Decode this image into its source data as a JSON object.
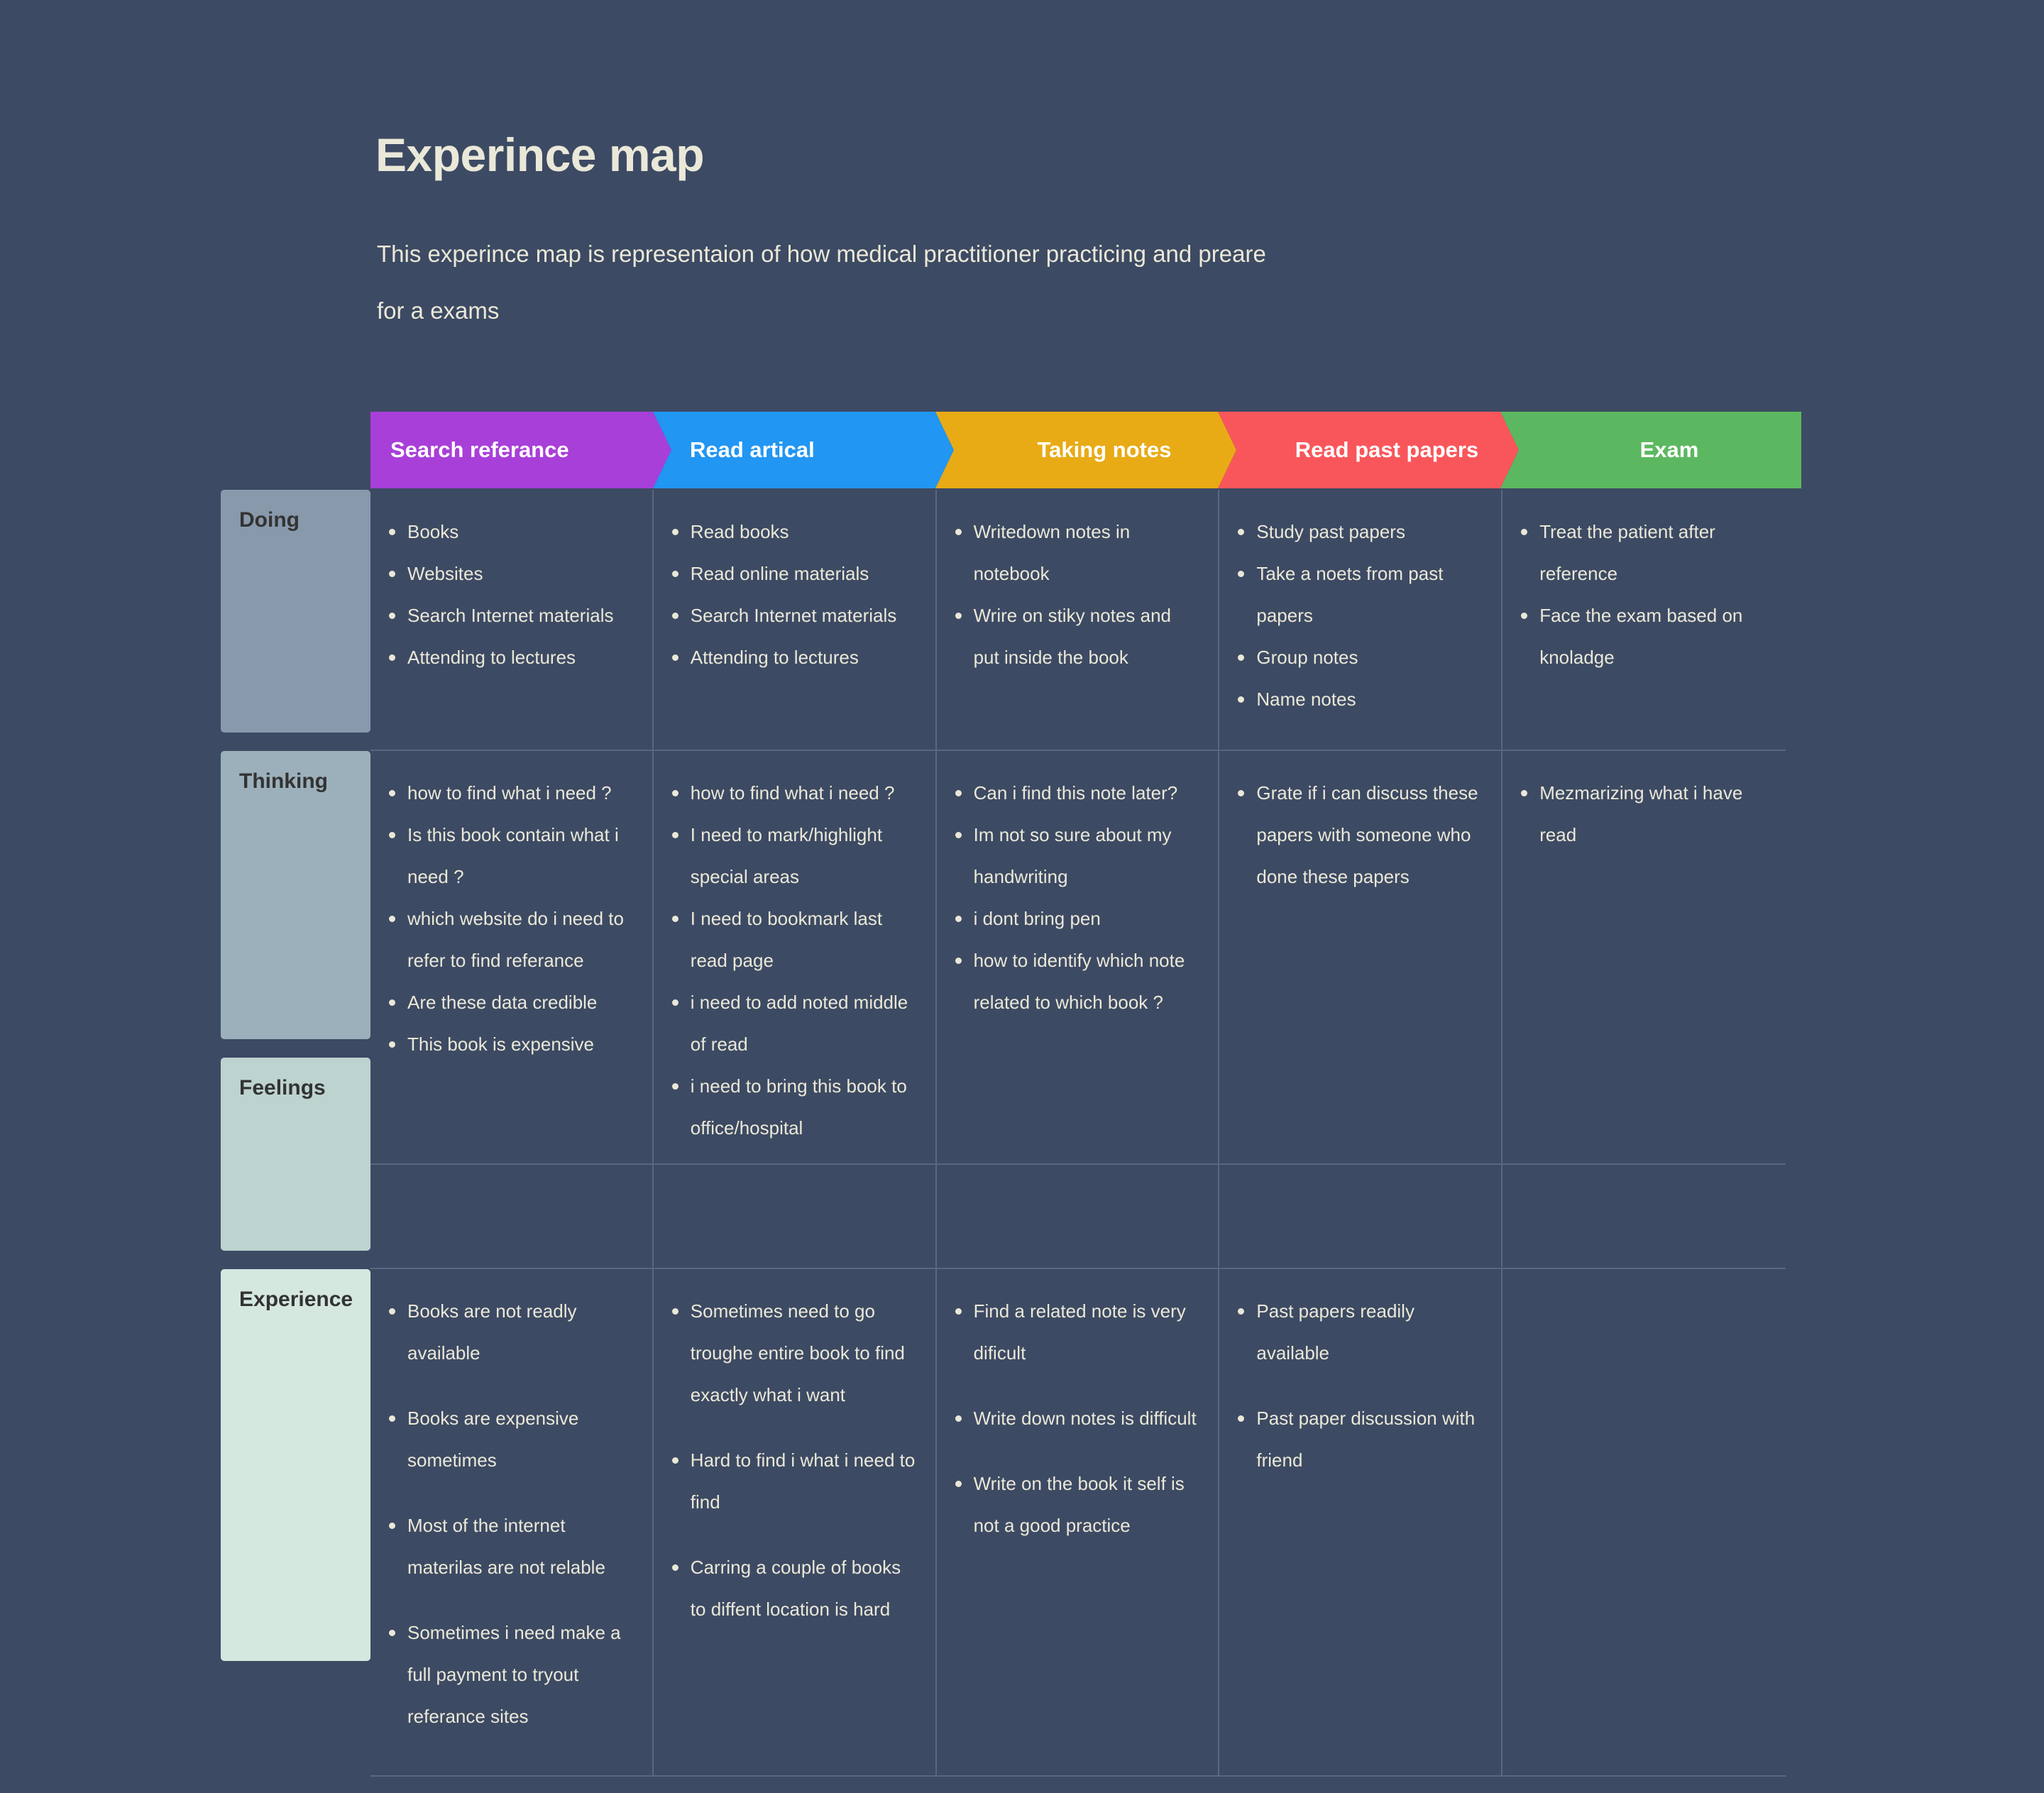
{
  "header": {
    "title": "Experince map",
    "subtitle": "This experince map is representaion of how medical practitioner practicing and preare for a exams"
  },
  "colors": {
    "background": "#3d4a63",
    "text": "#eae8d8",
    "gridline": "#5a6780",
    "stage_search_referance": "#a83fd9",
    "stage_read_artical": "#2196f3",
    "stage_taking_notes": "#e8ab16",
    "stage_read_past_papers": "#f9565b",
    "stage_exam": "#5cb860",
    "row_doing": "#8799ab",
    "row_thinking": "#9bb0ba",
    "row_feelings": "#bdd3d0",
    "row_experience": "#d5e8e0"
  },
  "stages": [
    {
      "label": "Search referance"
    },
    {
      "label": "Read artical"
    },
    {
      "label": "Taking notes"
    },
    {
      "label": "Read past papers"
    },
    {
      "label": "Exam"
    }
  ],
  "rows": [
    {
      "label": "Doing",
      "cells": [
        [
          "Books",
          "Websites",
          "Search Internet materials",
          "Attending to lectures"
        ],
        [
          "Read books",
          "Read online materials",
          "Search Internet materials",
          "Attending to lectures"
        ],
        [
          "Writedown notes in notebook",
          "Wrire on stiky notes and put inside the book"
        ],
        [
          "Study past papers",
          "Take a noets from past papers",
          "Group notes",
          "Name notes"
        ],
        [
          "Treat the patient after reference",
          "Face the exam based on knoladge"
        ]
      ]
    },
    {
      "label": "Thinking",
      "cells": [
        [
          "how to  find what i need ?",
          "Is this book contain what i need ?",
          "which website do i need to refer to find referance",
          "Are these data credible",
          "This book is expensive"
        ],
        [
          "how to  find what i need ?",
          "I need to mark/highlight special areas",
          "I need to bookmark last read page",
          "i need to add noted middle of  read",
          "i need to bring this  book to office/hospital"
        ],
        [
          "Can i find this note later?",
          "Im not so sure about my handwriting",
          "i dont bring pen",
          "how to identify which note related to which book ?"
        ],
        [
          "Grate if i can discuss these papers with someone who  done these papers"
        ],
        [
          "Mezmarizing what i have read"
        ]
      ]
    },
    {
      "label": "Feelings",
      "cells": [
        [],
        [],
        [],
        [],
        []
      ]
    },
    {
      "label": "Experience",
      "cells": [
        [
          "Books are not readly available",
          "Books are expensive sometimes",
          "Most of the internet materilas are not relable",
          "Sometimes i need make a full payment to tryout referance sites"
        ],
        [
          "Sometimes need to go troughe entire book to find exactly what i want",
          "Hard to find i what i need to find",
          "Carring a  couple of books to diffent location is hard"
        ],
        [
          "Find a related note is very dificult",
          "Write down notes is difficult",
          "Write on the book it self is not a good practice"
        ],
        [
          "Past papers readily available",
          "Past paper discussion with friend"
        ],
        []
      ]
    }
  ]
}
